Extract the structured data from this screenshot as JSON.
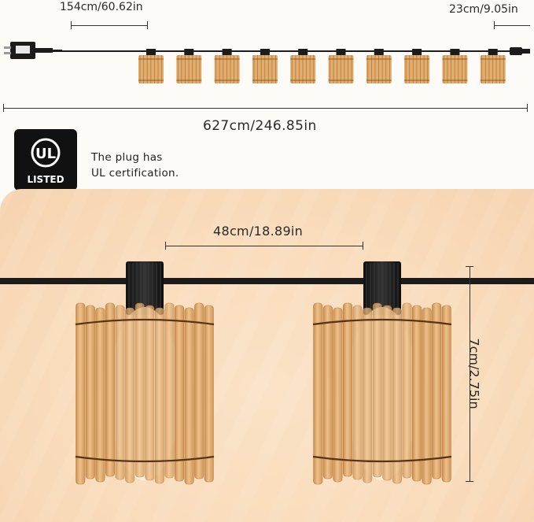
{
  "dimensions": {
    "top_left_segment": "154cm/60.62in",
    "top_right_segment": "23cm/9.05in",
    "total_length": "627cm/246.85in",
    "bulb_spacing": "48cm/18.89in",
    "shade_height": "7cm/2.75in"
  },
  "certification": {
    "badge_top": "UL",
    "badge_bottom": "LISTED",
    "note_line1": "The plug has",
    "note_line2": "UL certification."
  },
  "colors": {
    "bamboo_light": "#e9b97c",
    "bamboo_dark": "#c98d4a",
    "wire": "#1b1b1b",
    "background_warm": "#f9dcbc"
  },
  "product": {
    "top_lamp_count": 10,
    "detail_lamp_count": 2
  }
}
